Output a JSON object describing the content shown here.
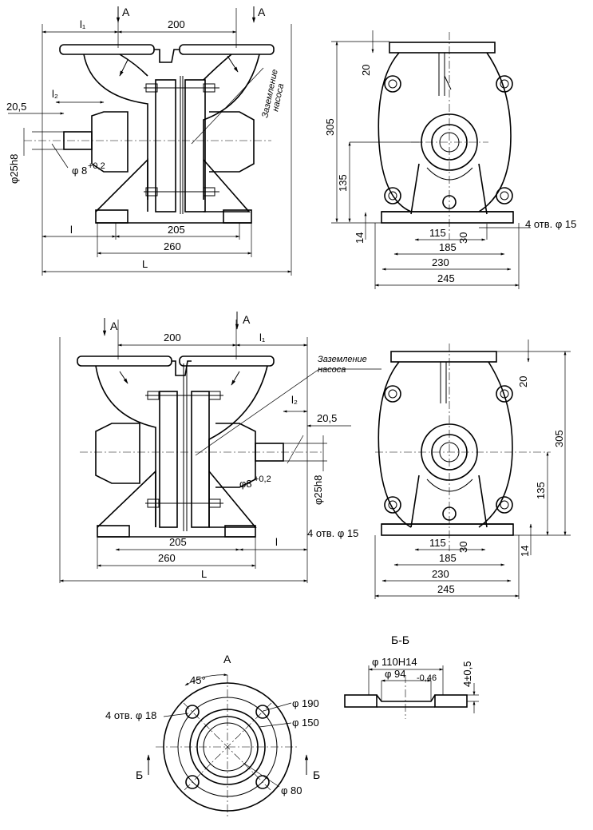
{
  "top_left_view": {
    "section_marks": [
      "A",
      "A"
    ],
    "dims": {
      "l1": "l₁",
      "l2": "l₂",
      "w200": "200",
      "d20_5": "20,5",
      "shaft": "φ25h8",
      "pin": "φ 8",
      "pin_tol": "+0,2",
      "l": "l",
      "w205": "205",
      "w260": "260",
      "L": "L"
    },
    "ground_note": [
      "Заземление",
      "насоса"
    ]
  },
  "top_right_view": {
    "dims": {
      "h305": "305",
      "h20": "20",
      "h135": "135",
      "h14": "14",
      "w115": "115",
      "h30": "30",
      "w185": "185",
      "w230": "230",
      "w245": "245",
      "holes": "4 отв. φ 15"
    }
  },
  "mid_left_view": {
    "section_marks": [
      "A",
      "A"
    ],
    "dims": {
      "w200": "200",
      "l1": "l₁",
      "l2": "l₂",
      "d20_5": "20,5",
      "shaft": "φ25h8",
      "pin": "φ8",
      "pin_tol": "+0,2",
      "w205": "205",
      "l": "l",
      "w260": "260",
      "L": "L",
      "holes": "4 отв. φ 15"
    },
    "ground_note": [
      "Заземление",
      "насоса"
    ]
  },
  "mid_right_view": {
    "dims": {
      "h20": "20",
      "h305": "305",
      "h135": "135",
      "h14": "14",
      "w115": "115",
      "h30": "30",
      "w185": "185",
      "w230": "230",
      "w245": "245"
    }
  },
  "flange_view": {
    "title": "А",
    "angle": "45°",
    "holes": "4 отв. φ 18",
    "d190": "φ 190",
    "d150": "φ 150",
    "d80": "φ 80",
    "mark_left": "Б",
    "mark_right": "Б"
  },
  "section_view": {
    "title": "Б-Б",
    "d110": "φ 110H14",
    "d94": "φ 94",
    "d94_tol": "-0,46",
    "depth": "4±0,5"
  }
}
